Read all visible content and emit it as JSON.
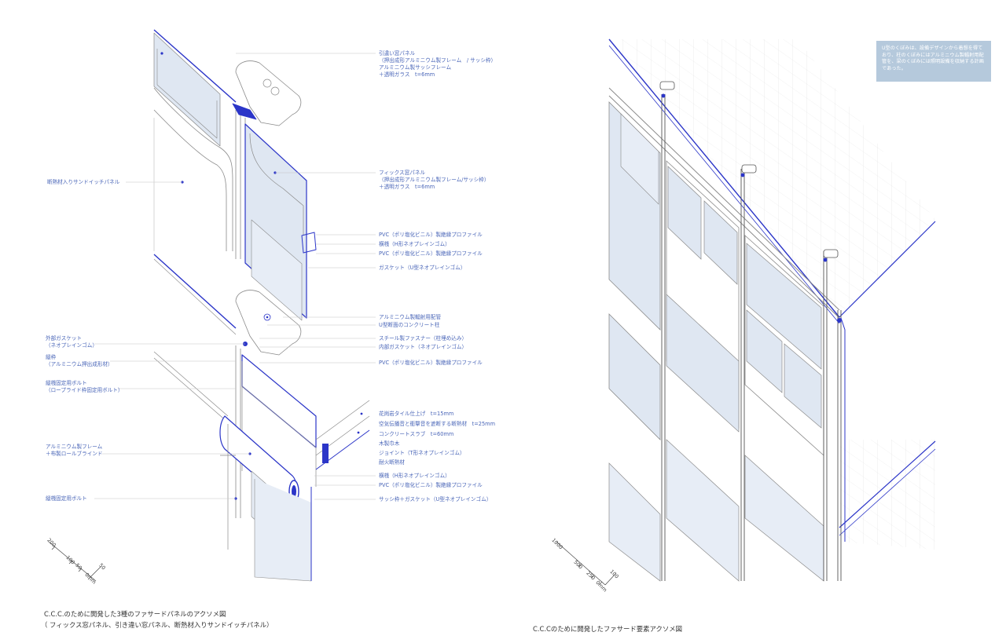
{
  "left_labels_right": [
    {
      "id": "sliding-panel-l1",
      "text": "引違い窓パネル"
    },
    {
      "id": "sliding-panel-l2",
      "text": "（押出成形アルミニウム製フレーム　/ サッシ枠）"
    },
    {
      "id": "sliding-panel-l3",
      "text": "アルミニウム製サッシフレーム"
    },
    {
      "id": "sliding-panel-l4",
      "text": "＋透明ガラス　t=6mm"
    },
    {
      "id": "fixed-panel-l1",
      "text": "フィックス窓パネル"
    },
    {
      "id": "fixed-panel-l2",
      "text": "（押出成形アルミニウム製フレーム/サッシ枠）"
    },
    {
      "id": "fixed-panel-l3",
      "text": "＋透明ガラス　t=6mm"
    },
    {
      "id": "pvc-1",
      "text": "PVC（ポリ塩化ビニル）製絶縁プロファイル"
    },
    {
      "id": "mullion-1",
      "text": "横桟（H形ネオプレインゴム）"
    },
    {
      "id": "pvc-2",
      "text": "PVC（ポリ塩化ビニル）製絶縁プロファイル"
    },
    {
      "id": "gasket-u",
      "text": "ガスケット（U型ネオプレインゴム）"
    },
    {
      "id": "al-pipe",
      "text": "アルミニウム製輻射用配管"
    },
    {
      "id": "u-column",
      "text": "U型断面のコンクリート柱"
    },
    {
      "id": "steel-fastener",
      "text": "スチール製ファスナー（柱埋め込み）"
    },
    {
      "id": "inner-gasket",
      "text": "内部ガスケット（ネオプレインゴム）"
    },
    {
      "id": "pvc-3",
      "text": "PVC（ポリ塩化ビニル）製絶縁プロファイル"
    },
    {
      "id": "granite",
      "text": "花崗岩タイル仕上げ　t=15mm"
    },
    {
      "id": "insulation",
      "text": "空気伝播音と衝撃音を遮断する断熱材　t=25mm"
    },
    {
      "id": "slab",
      "text": "コンクリートスラブ　t=60mm"
    },
    {
      "id": "wood",
      "text": "木製巾木"
    },
    {
      "id": "joint",
      "text": "ジョイント（T形ネオプレインゴム）"
    },
    {
      "id": "fire-insul",
      "text": "耐火断熱材"
    },
    {
      "id": "mullion-2",
      "text": "横桟（H形ネオプレインゴム）"
    },
    {
      "id": "pvc-4",
      "text": "PVC（ポリ塩化ビニル）製絶縁プロファイル"
    },
    {
      "id": "sash-gasket",
      "text": "サッシ枠＋ガスケット（U型ネオプレインゴム）"
    }
  ],
  "left_labels_left": [
    {
      "id": "sandwich",
      "text": "断熱材入りサンドイッチパネル"
    },
    {
      "id": "outer-gasket-1",
      "text": "外部ガスケット"
    },
    {
      "id": "outer-gasket-2",
      "text": "（ネオプレインゴム）"
    },
    {
      "id": "frame-1",
      "text": "縦枠"
    },
    {
      "id": "frame-2",
      "text": "（アルミニウム押出成形材）"
    },
    {
      "id": "bolt-1",
      "text": "縦桟固定用ボルト"
    },
    {
      "id": "bolt-2",
      "text": "（ロープライド枠固定用ボルト）"
    },
    {
      "id": "roll-1",
      "text": "アルミニウム製フレーム"
    },
    {
      "id": "roll-2",
      "text": "＋布製ロールブラインド"
    },
    {
      "id": "bolt-3",
      "text": "縦桟固定用ボルト"
    }
  ],
  "left_scale": [
    "200",
    "100",
    "50",
    "0mm",
    "50"
  ],
  "right_scale": [
    "1000",
    "500",
    "250",
    "0mm",
    "100"
  ],
  "note_text": "U型のくぼみは、設備デザインから着想を得ており、柱のくぼみにはアルミニウム製輻射用配管を、梁のくぼみには照明設備を収納する計画であった。",
  "caption_left_1": "C.C.C.のために開発した3種のファサードパネルのアクソメ図",
  "caption_left_2": "（ フィックス窓パネル、引き違い窓パネル、断熱材入りサンドイッチパネル）",
  "caption_right": "C.C.Cのために開発したファサード要素アクソメ図",
  "colors": {
    "line": "#2b35c8",
    "gray": "#9a9a9a",
    "glass": "#dfe7f2",
    "label": "#4a66b8"
  }
}
